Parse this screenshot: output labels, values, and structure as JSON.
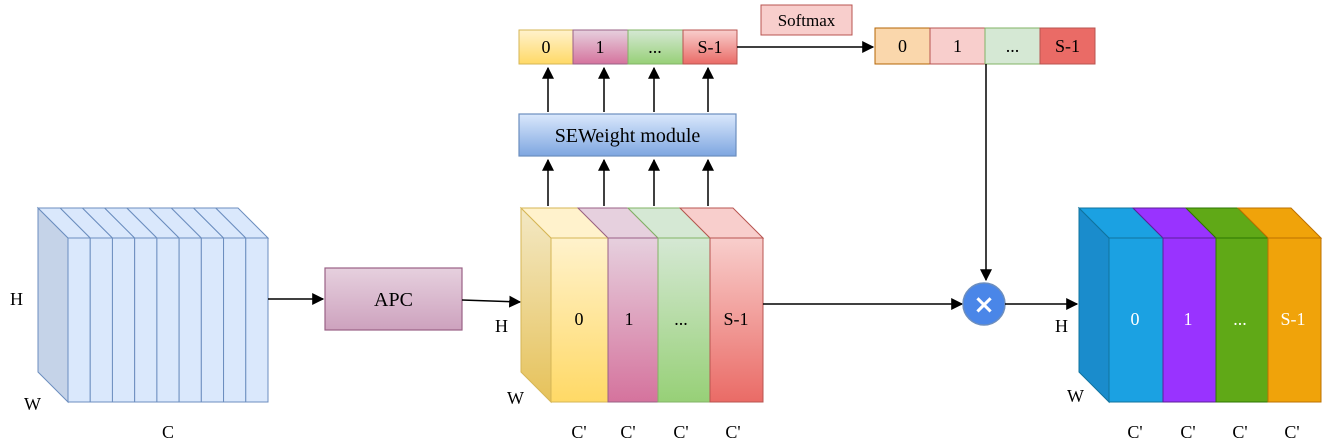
{
  "input_tensor": {
    "h_label": "H",
    "w_label": "W",
    "c_label": "C",
    "slice_count": 9
  },
  "apc": {
    "label": "APC"
  },
  "split_tensor": {
    "h_label": "H",
    "w_label": "W",
    "groups": [
      {
        "label": "0",
        "c_label": "C'"
      },
      {
        "label": "1",
        "c_label": "C'"
      },
      {
        "label": "...",
        "c_label": "C'"
      },
      {
        "label": "S-1",
        "c_label": "C'"
      }
    ]
  },
  "seweight": {
    "label": "SEWeight module"
  },
  "weights_vector": {
    "cells": [
      "0",
      "1",
      "...",
      "S-1"
    ]
  },
  "softmax": {
    "label": "Softmax"
  },
  "softmax_vector": {
    "cells": [
      "0",
      "1",
      "...",
      "S-1"
    ]
  },
  "multiply": {
    "symbol": "×"
  },
  "output_tensor": {
    "h_label": "H",
    "w_label": "W",
    "groups": [
      {
        "label": "0",
        "c_label": "C'"
      },
      {
        "label": "1",
        "c_label": "C'"
      },
      {
        "label": "...",
        "c_label": "C'"
      },
      {
        "label": "S-1",
        "c_label": "C'"
      }
    ]
  },
  "colors": {
    "input_face": "#dae8fc",
    "input_stroke": "#6c8ebf",
    "apc_fill_top": "#e6d0de",
    "apc_fill_bottom": "#cda2be",
    "apc_stroke": "#996185",
    "se_fill_top": "#dae8fc",
    "se_fill_bottom": "#7ea6e0",
    "se_stroke": "#6c8ebf",
    "softmax_fill": "#f8cecc",
    "softmax_stroke": "#b85450",
    "multiply_fill": "#4a86e8",
    "multiply_stroke": "#6c8ebf"
  }
}
